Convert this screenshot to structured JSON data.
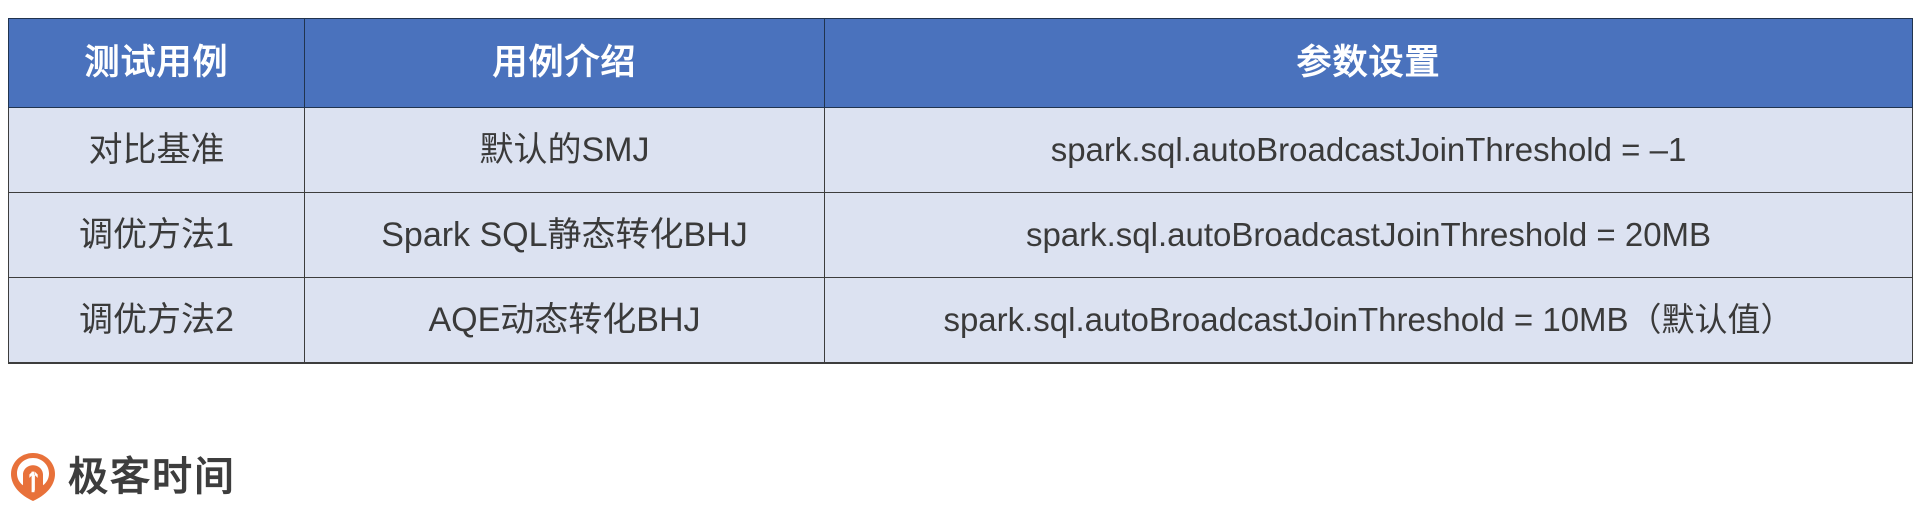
{
  "table": {
    "headers": [
      "测试用例",
      "用例介绍",
      "参数设置"
    ],
    "rows": [
      {
        "case": "对比基准",
        "description": "默认的SMJ",
        "parameter": "spark.sql.autoBroadcastJoinThreshold = –1"
      },
      {
        "case": "调优方法1",
        "description": "Spark SQL静态转化BHJ",
        "parameter": "spark.sql.autoBroadcastJoinThreshold = 20MB"
      },
      {
        "case": "调优方法2",
        "description": "AQE动态转化BHJ",
        "parameter": "spark.sql.autoBroadcastJoinThreshold = 10MB（默认值）"
      }
    ]
  },
  "footer": {
    "logo_icon": "geektime-pin-logo-icon",
    "brand": "极客时间"
  },
  "colors": {
    "header_bg": "#4a72bd",
    "header_text": "#ffffff",
    "row_bg": "#dce2f1",
    "row_text": "#3a3a3a",
    "border": "#3d3d3d",
    "logo_orange": "#e8713a",
    "logo_orange_light": "#f0a04b"
  }
}
